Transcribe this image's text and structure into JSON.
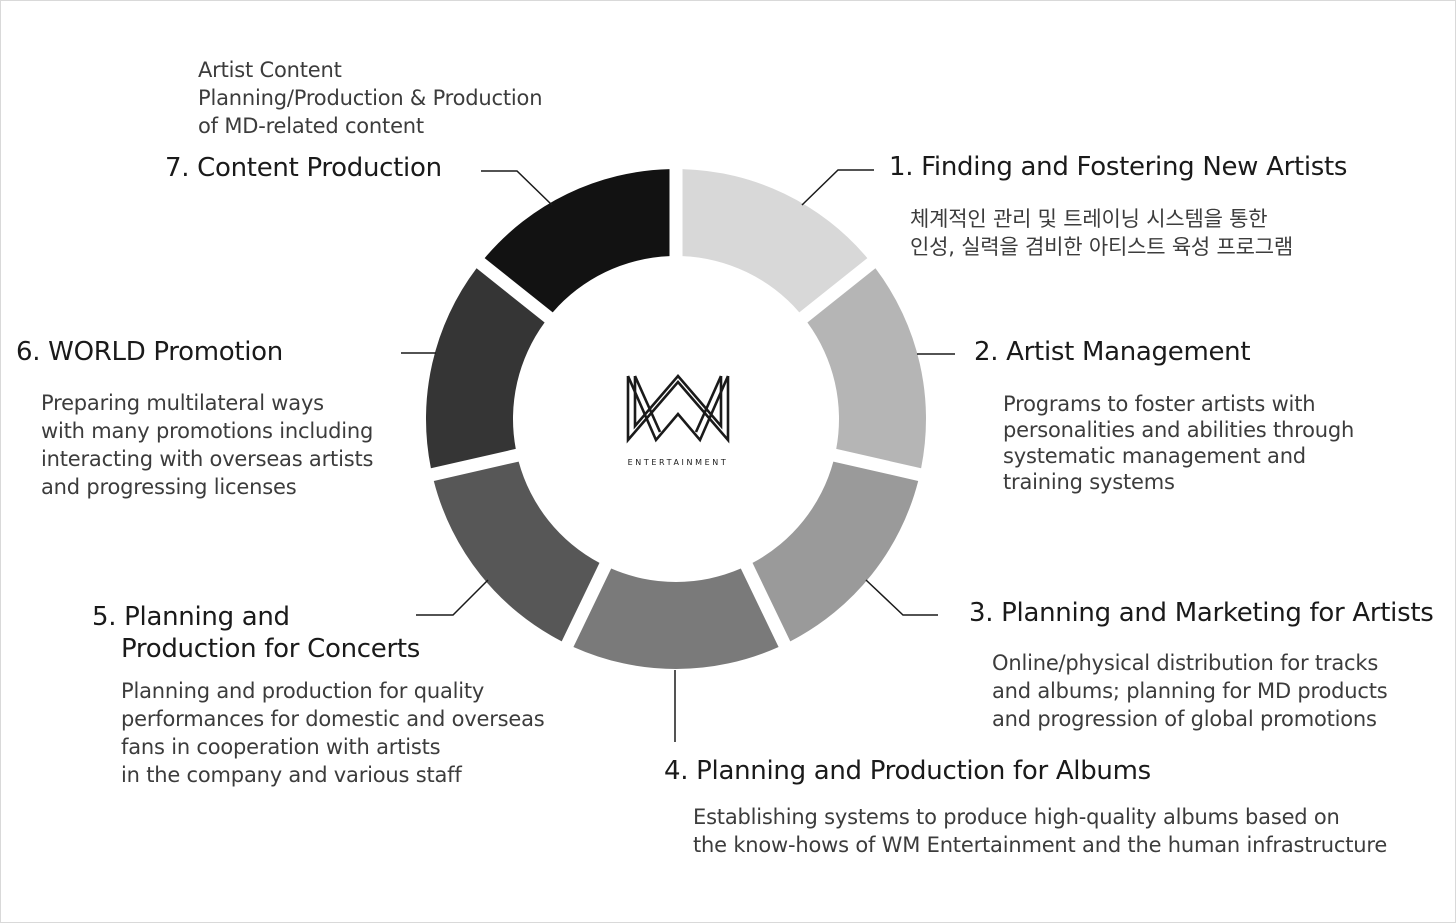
{
  "center": {
    "logo_text": "ENTERTAINMENT",
    "logo_icon": "wm-monogram-logo"
  },
  "segments": [
    {
      "title": "1. Finding and Fostering New Artists",
      "color": "#d8d8d8",
      "desc": [
        "체계적인 관리 및 트레이닝 시스템을 통한",
        "인성, 실력을 겸비한 아티스트 육성 프로그램"
      ]
    },
    {
      "title": "2. Artist Management",
      "color": "#b5b5b5",
      "desc": [
        "Programs to foster artists with",
        "personalities and abilities through",
        "systematic management and",
        "training systems"
      ]
    },
    {
      "title": "3. Planning and Marketing for Artists",
      "color": "#9a9a9a",
      "desc": [
        "Online/physical distribution for tracks",
        "and albums; planning for MD products",
        "and progression of global promotions"
      ]
    },
    {
      "title": "4. Planning and Production for Albums",
      "color": "#7a7a7a",
      "desc": [
        "Establishing systems to produce high-quality albums based on",
        "the know-hows of WM Entertainment and the human infrastructure"
      ]
    },
    {
      "title_lines": [
        "5. Planning and",
        "Production for Concerts"
      ],
      "color": "#575757",
      "desc": [
        "Planning and production for quality",
        "performances for domestic and overseas",
        "fans in cooperation with artists",
        "in the company and various staff"
      ]
    },
    {
      "title": "6. WORLD Promotion",
      "color": "#353535",
      "desc": [
        "Preparing multilateral ways",
        "with many promotions including",
        "interacting with overseas artists",
        "and progressing licenses"
      ]
    },
    {
      "title": "7. Content Production",
      "color": "#121212",
      "desc": [
        "Artist Content",
        "Planning/Production & Production",
        "of MD-related content"
      ]
    }
  ]
}
